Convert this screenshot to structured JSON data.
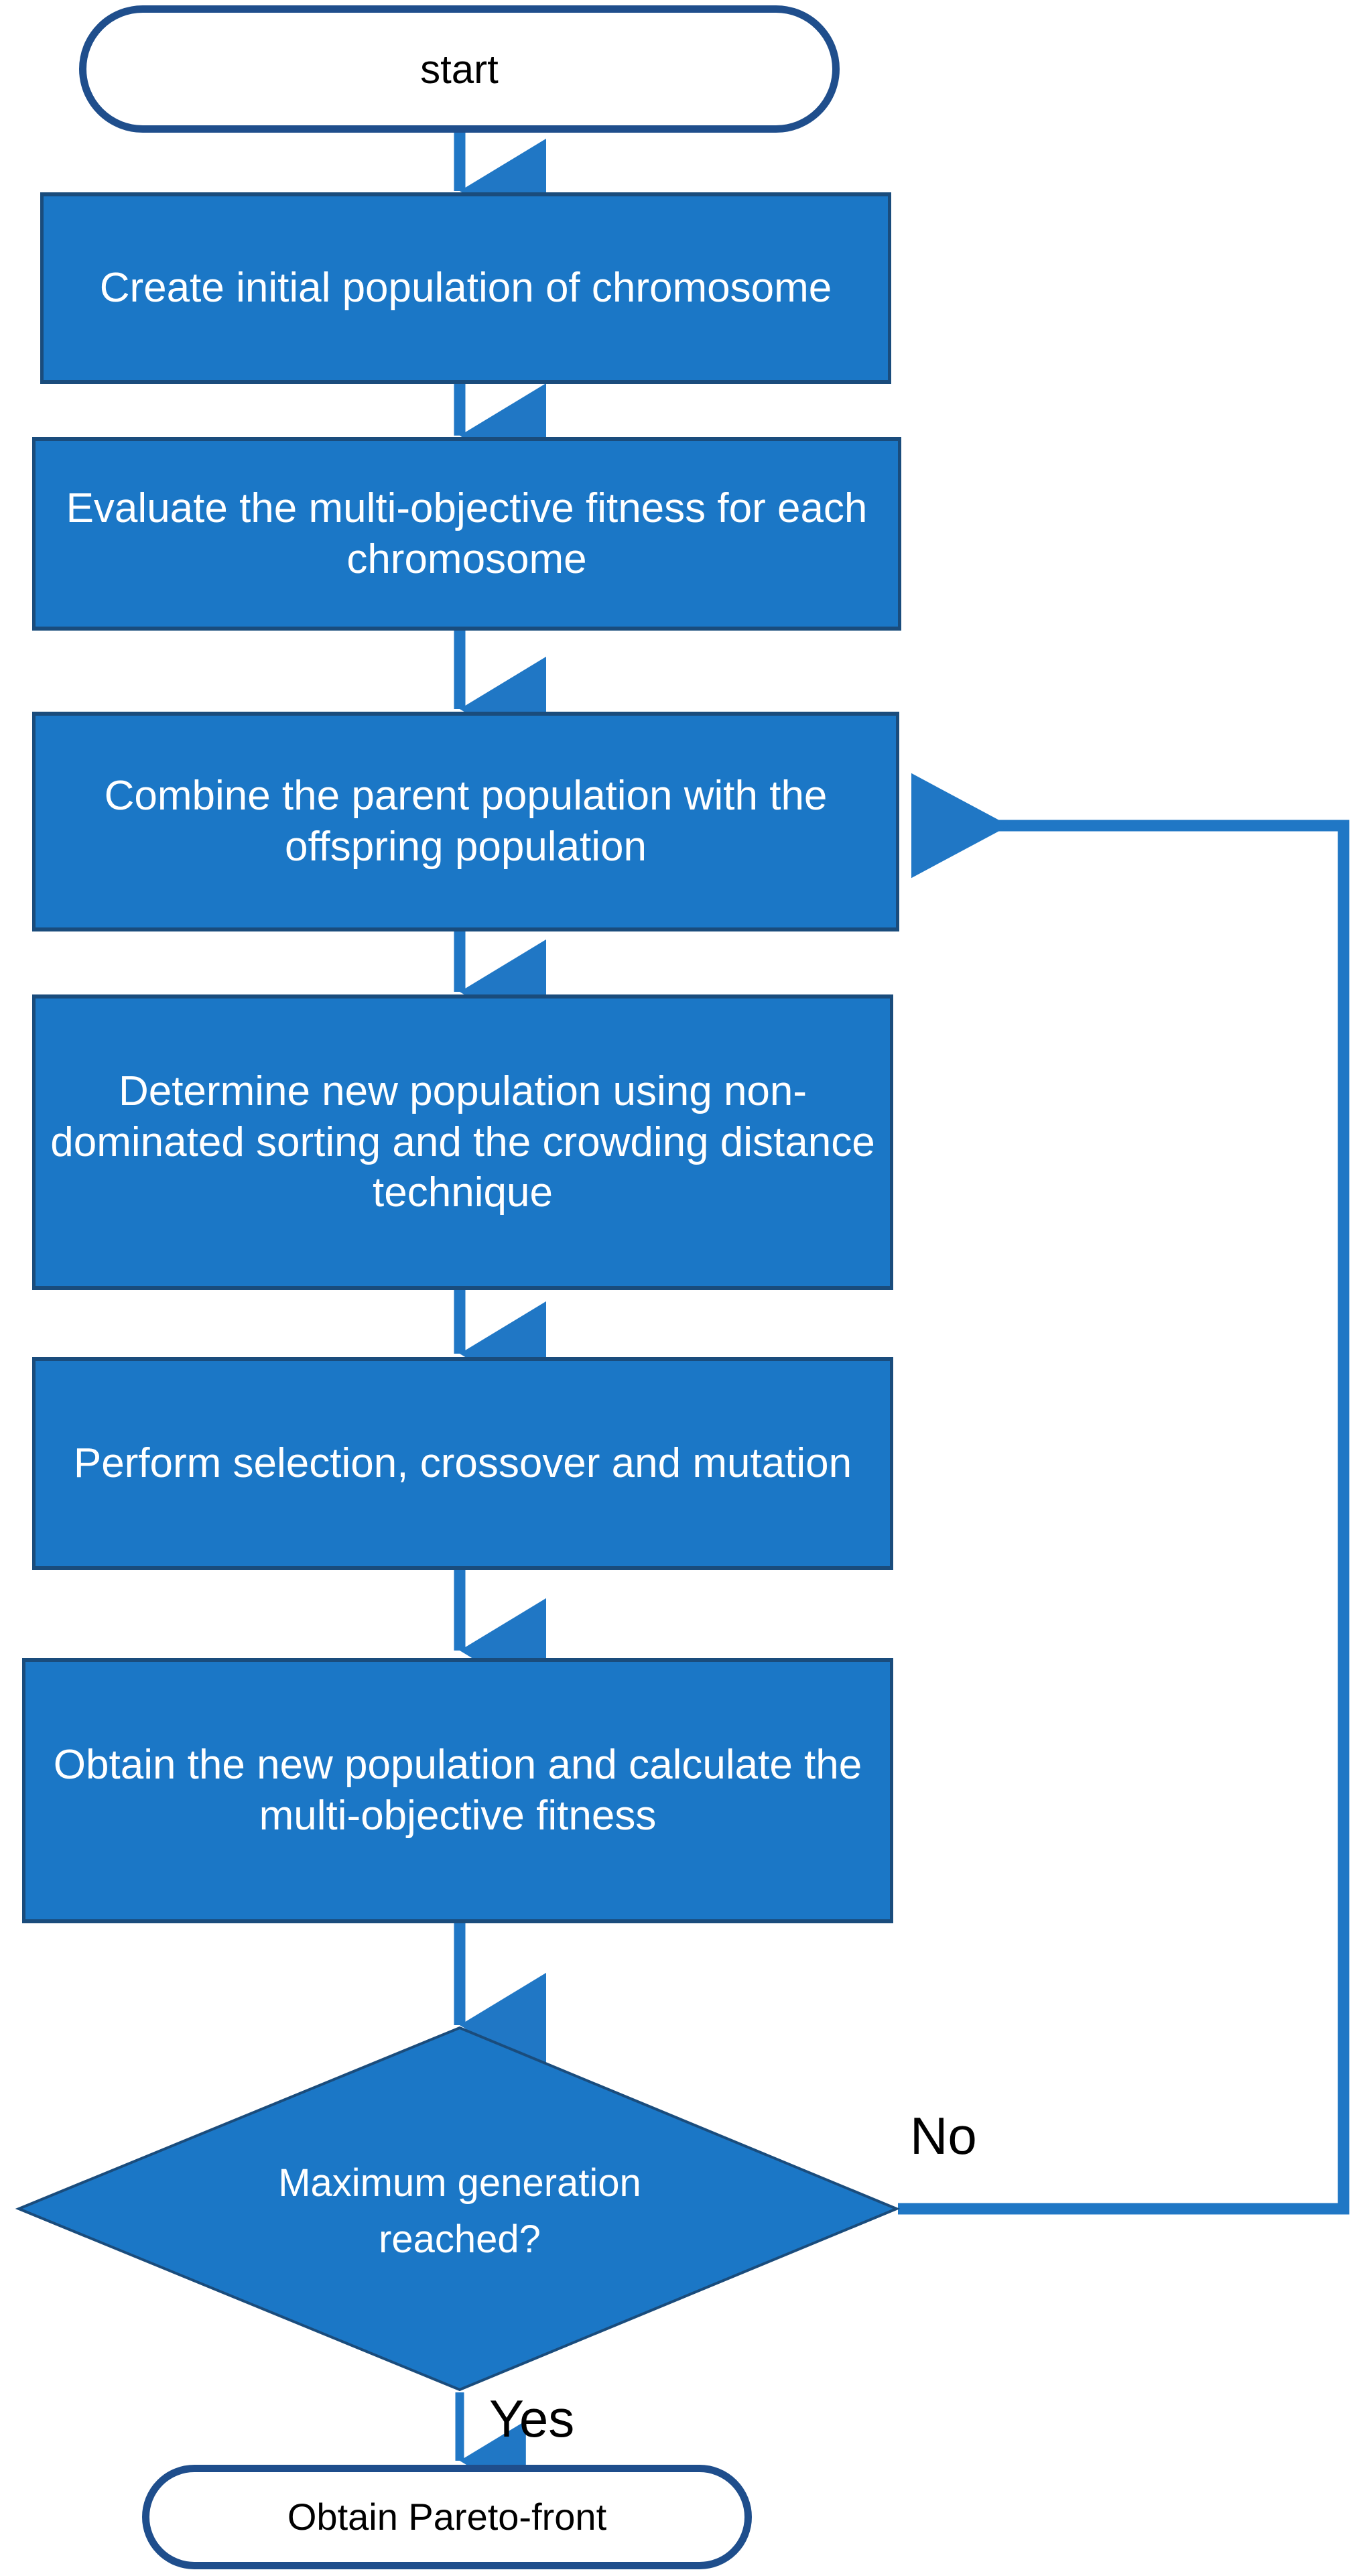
{
  "diagram": {
    "title": "NSGA-II multi-objective genetic algorithm flowchart",
    "colors": {
      "process_fill": "#1B77C6",
      "process_border": "#1A4C7C",
      "terminator_border": "#1F4E8C",
      "terminator_fill": "#FFFFFF",
      "arrow": "#2077C5",
      "process_text": "#FFFFFF",
      "terminator_text": "#000000",
      "edge_label_text": "#000000",
      "background": "#FFFFFF"
    },
    "nodes": {
      "start": {
        "label": "start",
        "shape": "terminator"
      },
      "create_population": {
        "label": "Create initial population of chromosome",
        "shape": "process"
      },
      "evaluate_fitness": {
        "label": "Evaluate the multi-objective fitness for each chromosome",
        "shape": "process"
      },
      "combine_population": {
        "label": "Combine the parent population with the offspring population",
        "shape": "process"
      },
      "determine_population": {
        "label": "Determine new population using non-dominated sorting and the crowding distance technique",
        "shape": "process"
      },
      "selection_crossover": {
        "label": "Perform selection, crossover and mutation",
        "shape": "process"
      },
      "obtain_new_population": {
        "label": "Obtain the new population and calculate the multi-objective fitness",
        "shape": "process"
      },
      "max_generation": {
        "label": "Maximum generation reached?",
        "shape": "decision"
      },
      "pareto_front": {
        "label": "Obtain Pareto-front",
        "shape": "terminator"
      }
    },
    "edge_labels": {
      "no": "No",
      "yes": "Yes"
    }
  }
}
